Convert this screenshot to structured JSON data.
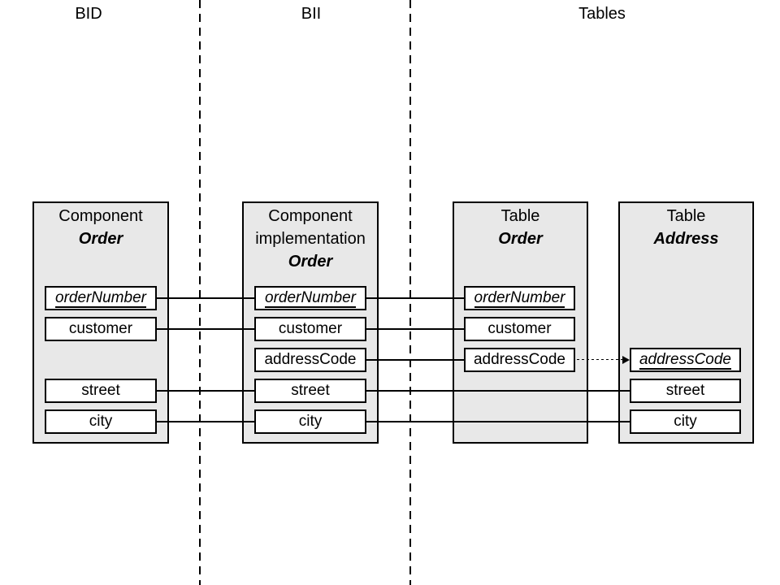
{
  "lanes": [
    {
      "label": "BID"
    },
    {
      "label": "BII"
    },
    {
      "label": "Tables"
    }
  ],
  "boxes": [
    {
      "name": "component-order",
      "title": [
        "Component",
        "Order"
      ],
      "fields": [
        {
          "label": "orderNumber",
          "key": true
        },
        {
          "label": "customer",
          "key": false
        },
        {
          "label": "street",
          "key": false
        },
        {
          "label": "city",
          "key": false
        }
      ]
    },
    {
      "name": "component-implementation-order",
      "title": [
        "Component",
        "implementation",
        "Order"
      ],
      "fields": [
        {
          "label": "orderNumber",
          "key": true
        },
        {
          "label": "customer",
          "key": false
        },
        {
          "label": "addressCode",
          "key": false
        },
        {
          "label": "street",
          "key": false
        },
        {
          "label": "city",
          "key": false
        }
      ]
    },
    {
      "name": "table-order",
      "title": [
        "Table",
        "Order"
      ],
      "fields": [
        {
          "label": "orderNumber",
          "key": true
        },
        {
          "label": "customer",
          "key": false
        },
        {
          "label": "addressCode",
          "key": false
        }
      ]
    },
    {
      "name": "table-address",
      "title": [
        "Table",
        "Address"
      ],
      "fields": [
        {
          "label": "addressCode",
          "key": true
        },
        {
          "label": "street",
          "key": false
        },
        {
          "label": "city",
          "key": false
        }
      ]
    }
  ],
  "connections": [
    {
      "field": "orderNumber",
      "path": [
        "component-order",
        "component-implementation-order",
        "table-order"
      ],
      "style": "solid"
    },
    {
      "field": "customer",
      "path": [
        "component-order",
        "component-implementation-order",
        "table-order"
      ],
      "style": "solid"
    },
    {
      "field": "addressCode",
      "path": [
        "component-implementation-order",
        "table-order"
      ],
      "style": "solid"
    },
    {
      "field": "addressCode",
      "path": [
        "table-order",
        "table-address"
      ],
      "style": "dashed-arrow"
    },
    {
      "field": "street",
      "path": [
        "component-order",
        "component-implementation-order",
        "table-address"
      ],
      "style": "solid"
    },
    {
      "field": "city",
      "path": [
        "component-order",
        "component-implementation-order",
        "table-address"
      ],
      "style": "solid"
    }
  ],
  "colors": {
    "background": "#ffffff",
    "box_fill": "#e8e8e8",
    "stroke": "#000000"
  }
}
